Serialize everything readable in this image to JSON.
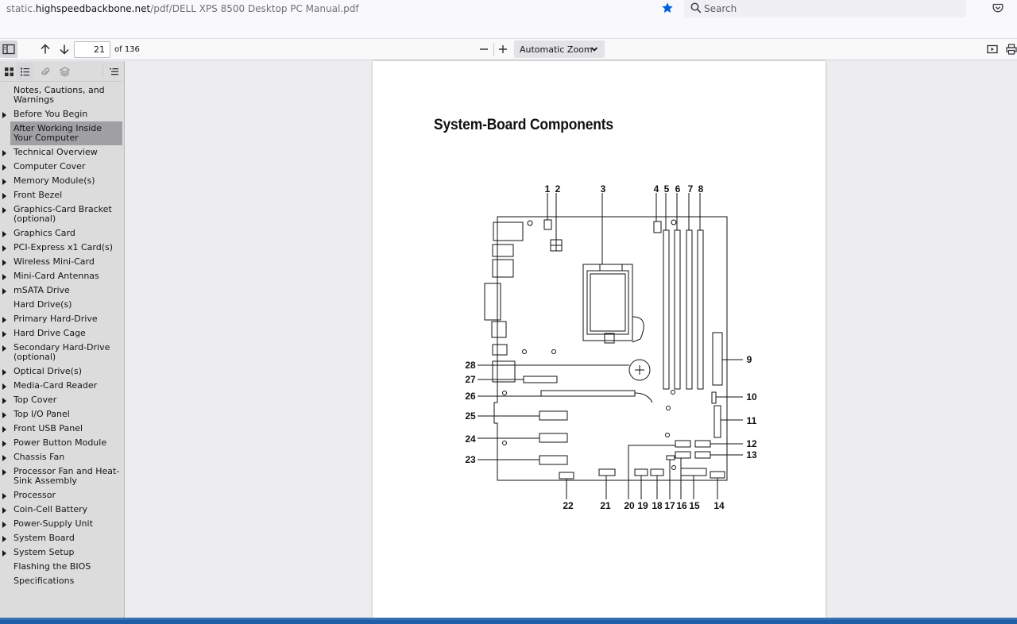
{
  "browser": {
    "url_prefix": "static.",
    "url_host": "highspeedbackbone.net",
    "url_path": "/pdf/DELL XPS 8500 Desktop PC Manual.pdf",
    "search_placeholder": "Search",
    "star_color": "#0060df"
  },
  "pdf_toolbar": {
    "page_number": "21",
    "page_count": "of 136",
    "zoom_label": "Automatic Zoom"
  },
  "outline": [
    {
      "label": "Notes, Cautions, and Warnings",
      "toggle": false,
      "selected": false
    },
    {
      "label": "Before You Begin",
      "toggle": true,
      "selected": false
    },
    {
      "label": "After Working Inside Your Computer",
      "toggle": false,
      "selected": true
    },
    {
      "label": "Technical Overview",
      "toggle": true,
      "selected": false
    },
    {
      "label": "Computer Cover",
      "toggle": true,
      "selected": false
    },
    {
      "label": "Memory Module(s)",
      "toggle": true,
      "selected": false
    },
    {
      "label": "Front Bezel",
      "toggle": true,
      "selected": false
    },
    {
      "label": "Graphics-Card Bracket (optional)",
      "toggle": true,
      "selected": false
    },
    {
      "label": "Graphics Card",
      "toggle": true,
      "selected": false
    },
    {
      "label": "PCI-Express x1 Card(s)",
      "toggle": true,
      "selected": false
    },
    {
      "label": "Wireless Mini-Card",
      "toggle": true,
      "selected": false
    },
    {
      "label": "Mini-Card Antennas",
      "toggle": true,
      "selected": false
    },
    {
      "label": "mSATA Drive",
      "toggle": true,
      "selected": false
    },
    {
      "label": "Hard Drive(s)",
      "toggle": false,
      "selected": false
    },
    {
      "label": "Primary Hard-Drive",
      "toggle": true,
      "selected": false
    },
    {
      "label": "Hard Drive Cage",
      "toggle": true,
      "selected": false
    },
    {
      "label": "Secondary Hard-Drive (optional)",
      "toggle": true,
      "selected": false
    },
    {
      "label": "Optical Drive(s)",
      "toggle": true,
      "selected": false
    },
    {
      "label": "Media-Card Reader",
      "toggle": true,
      "selected": false
    },
    {
      "label": "Top Cover",
      "toggle": true,
      "selected": false
    },
    {
      "label": "Top I/O Panel",
      "toggle": true,
      "selected": false
    },
    {
      "label": "Front USB Panel",
      "toggle": true,
      "selected": false
    },
    {
      "label": "Power Button Module",
      "toggle": true,
      "selected": false
    },
    {
      "label": "Chassis Fan",
      "toggle": true,
      "selected": false
    },
    {
      "label": "Processor Fan and Heat-Sink Assembly",
      "toggle": true,
      "selected": false
    },
    {
      "label": "Processor",
      "toggle": true,
      "selected": false
    },
    {
      "label": "Coin-Cell Battery",
      "toggle": true,
      "selected": false
    },
    {
      "label": "Power-Supply Unit",
      "toggle": true,
      "selected": false
    },
    {
      "label": "System Board",
      "toggle": true,
      "selected": false
    },
    {
      "label": "System Setup",
      "toggle": true,
      "selected": false
    },
    {
      "label": "Flashing the BIOS",
      "toggle": false,
      "selected": false
    },
    {
      "label": "Specifications",
      "toggle": false,
      "selected": false
    }
  ],
  "document": {
    "title": "System-Board Components",
    "callouts_top": [
      "1",
      "2",
      "3",
      "4",
      "5",
      "6",
      "7",
      "8"
    ],
    "callouts_right": [
      "9",
      "10",
      "11",
      "12",
      "13"
    ],
    "callouts_bottom": [
      "14",
      "15",
      "16",
      "17",
      "18",
      "19",
      "20",
      "21",
      "22"
    ],
    "callouts_left": [
      "23",
      "24",
      "25",
      "26",
      "27",
      "28"
    ]
  }
}
